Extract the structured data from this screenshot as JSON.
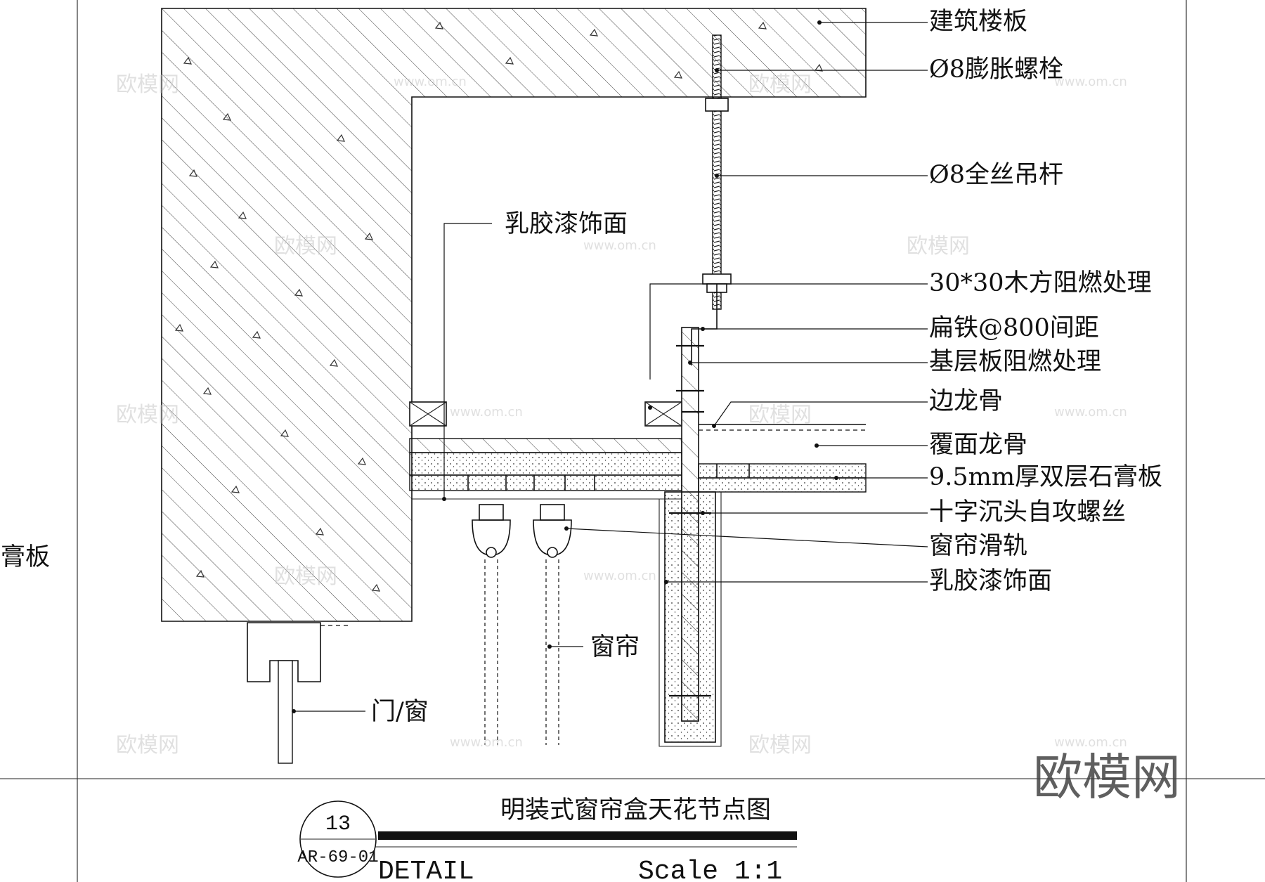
{
  "drawing": {
    "title": "明装式窗帘盒天花节点图",
    "detail_label": "DETAIL",
    "scale_label": "Scale 1:1",
    "callout": {
      "number": "13",
      "sheet": "AR-69-01"
    },
    "left_cut_label": "石膏板",
    "labels_right": [
      "建筑楼板",
      "Ø8膨胀螺栓",
      "Ø8全丝吊杆",
      "30*30木方阻燃处理",
      "扁铁@800间距",
      "基层板阻燃处理",
      "边龙骨",
      "覆面龙骨",
      "9.5mm厚双层石膏板",
      "十字沉头自攻螺丝",
      "窗帘滑轨",
      "乳胶漆饰面"
    ],
    "label_inner": "乳胶漆饰面",
    "label_curtain": "窗帘",
    "label_door_window": "门/窗"
  },
  "watermark": {
    "brand": "欧模网",
    "url": "www.om.cn"
  }
}
